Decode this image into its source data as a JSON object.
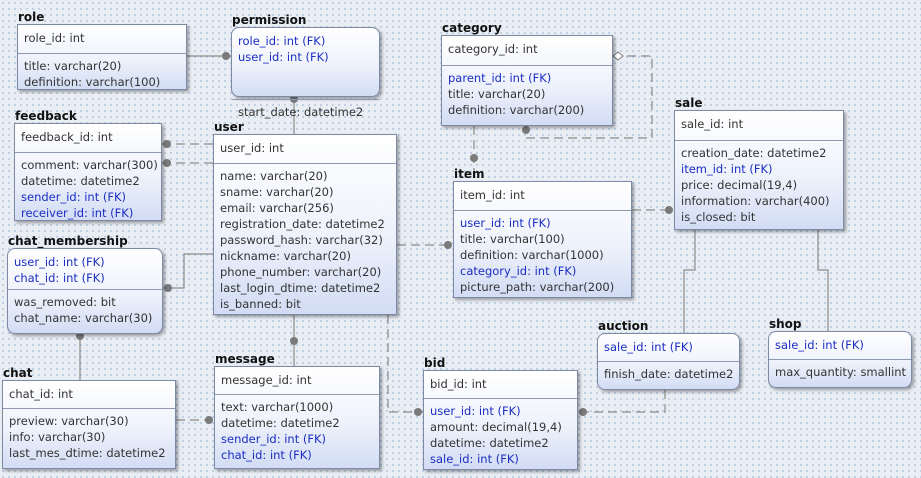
{
  "entities": {
    "role": {
      "title": "role",
      "pk": [
        {
          "text": "role_id: int",
          "fk": false
        }
      ],
      "attrs": [
        {
          "text": "title: varchar(20)",
          "fk": false
        },
        {
          "text": "definition: varchar(100)",
          "fk": false
        }
      ]
    },
    "permission": {
      "title": "permission",
      "pk": [
        {
          "text": "role_id: int (FK)",
          "fk": true
        },
        {
          "text": "user_id: int (FK)",
          "fk": true
        }
      ],
      "attrs": [
        {
          "text": "start_date: datetime2",
          "fk": false
        }
      ]
    },
    "category": {
      "title": "category",
      "pk": [
        {
          "text": "category_id: int",
          "fk": false
        }
      ],
      "attrs": [
        {
          "text": "parent_id: int (FK)",
          "fk": true
        },
        {
          "text": "title: varchar(20)",
          "fk": false
        },
        {
          "text": "definition: varchar(200)",
          "fk": false
        }
      ]
    },
    "sale": {
      "title": "sale",
      "pk": [
        {
          "text": "sale_id: int",
          "fk": false
        }
      ],
      "attrs": [
        {
          "text": "creation_date: datetime2",
          "fk": false
        },
        {
          "text": "item_id: int (FK)",
          "fk": true
        },
        {
          "text": "price: decimal(19,4)",
          "fk": false
        },
        {
          "text": "information: varchar(400)",
          "fk": false
        },
        {
          "text": "is_closed: bit",
          "fk": false
        }
      ]
    },
    "feedback": {
      "title": "feedback",
      "pk": [
        {
          "text": "feedback_id: int",
          "fk": false
        }
      ],
      "attrs": [
        {
          "text": "comment: varchar(300)",
          "fk": false
        },
        {
          "text": "datetime: datetime2",
          "fk": false
        },
        {
          "text": "sender_id: int (FK)",
          "fk": true
        },
        {
          "text": "receiver_id: int (FK)",
          "fk": true
        }
      ]
    },
    "user": {
      "title": "user",
      "pk": [
        {
          "text": "user_id: int",
          "fk": false
        }
      ],
      "attrs": [
        {
          "text": "name: varchar(20)",
          "fk": false
        },
        {
          "text": "sname: varchar(20)",
          "fk": false
        },
        {
          "text": "email: varchar(256)",
          "fk": false
        },
        {
          "text": "registration_date: datetime2",
          "fk": false
        },
        {
          "text": "password_hash: varchar(32)",
          "fk": false
        },
        {
          "text": "nickname: varchar(20)",
          "fk": false
        },
        {
          "text": "phone_number: varchar(20)",
          "fk": false
        },
        {
          "text": "last_login_dtime: datetime2",
          "fk": false
        },
        {
          "text": "is_banned: bit",
          "fk": false
        }
      ]
    },
    "item": {
      "title": "item",
      "pk": [
        {
          "text": "item_id: int",
          "fk": false
        }
      ],
      "attrs": [
        {
          "text": "user_id: int (FK)",
          "fk": true
        },
        {
          "text": "title: varchar(100)",
          "fk": false
        },
        {
          "text": "definition: varchar(1000)",
          "fk": false
        },
        {
          "text": "category_id: int (FK)",
          "fk": true
        },
        {
          "text": "picture_path: varchar(200)",
          "fk": false
        }
      ]
    },
    "chat_membership": {
      "title": "chat_membership",
      "pk": [
        {
          "text": "user_id: int (FK)",
          "fk": true
        },
        {
          "text": "chat_id: int (FK)",
          "fk": true
        }
      ],
      "attrs": [
        {
          "text": "was_removed: bit",
          "fk": false
        },
        {
          "text": "chat_name: varchar(30)",
          "fk": false
        }
      ]
    },
    "auction": {
      "title": "auction",
      "pk": [
        {
          "text": "sale_id: int (FK)",
          "fk": true
        }
      ],
      "attrs": [
        {
          "text": "finish_date: datetime2",
          "fk": false
        }
      ]
    },
    "shop": {
      "title": "shop",
      "pk": [
        {
          "text": "sale_id: int (FK)",
          "fk": true
        }
      ],
      "attrs": [
        {
          "text": "max_quantity: smallint",
          "fk": false
        }
      ]
    },
    "chat": {
      "title": "chat",
      "pk": [
        {
          "text": "chat_id: int",
          "fk": false
        }
      ],
      "attrs": [
        {
          "text": "preview: varchar(30)",
          "fk": false
        },
        {
          "text": "info: varchar(30)",
          "fk": false
        },
        {
          "text": "last_mes_dtime: datetime2",
          "fk": false
        }
      ]
    },
    "message": {
      "title": "message",
      "pk": [
        {
          "text": "message_id: int",
          "fk": false
        }
      ],
      "attrs": [
        {
          "text": "text: varchar(1000)",
          "fk": false
        },
        {
          "text": "datetime: datetime2",
          "fk": false
        },
        {
          "text": "sender_id: int (FK)",
          "fk": true
        },
        {
          "text": "chat_id: int (FK)",
          "fk": true
        }
      ]
    },
    "bid": {
      "title": "bid",
      "pk": [
        {
          "text": "bid_id: int",
          "fk": false
        }
      ],
      "attrs": [
        {
          "text": "user_id: int (FK)",
          "fk": true
        },
        {
          "text": "amount: decimal(19,4)",
          "fk": false
        },
        {
          "text": "datetime: datetime2",
          "fk": false
        },
        {
          "text": "sale_id: int (FK)",
          "fk": true
        }
      ]
    }
  },
  "colors": {
    "fk_text": "#1b2ec2",
    "text": "#333333",
    "line": "#8a8a8a",
    "border": "#7d8aa6"
  }
}
